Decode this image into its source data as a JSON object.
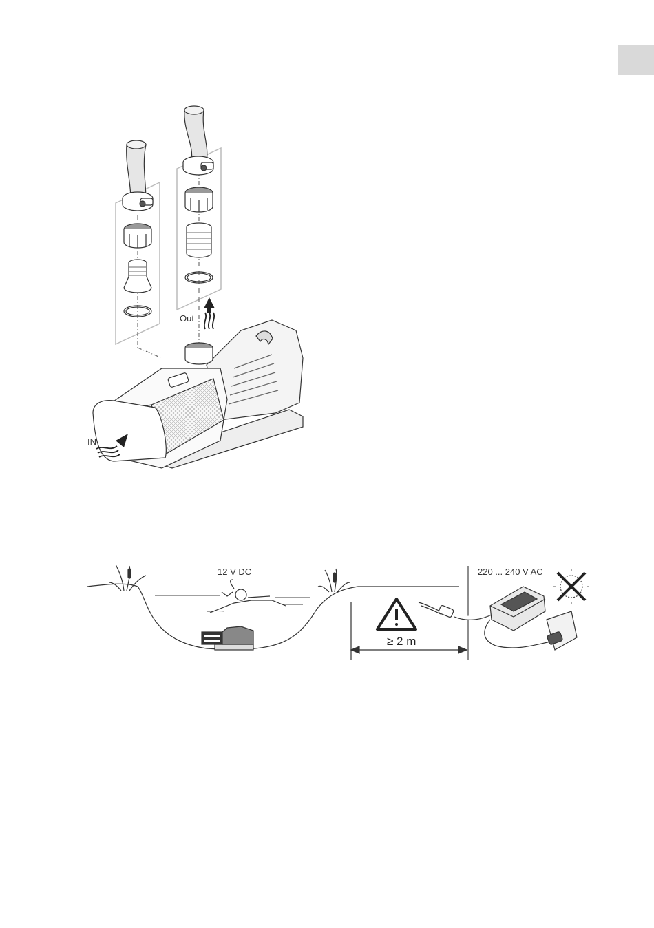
{
  "figure1": {
    "label_out": "Out",
    "label_in": "IN"
  },
  "figure2": {
    "label_pump_voltage": "12 V DC",
    "label_mains_voltage": "220 ... 240 V AC",
    "label_min_distance": "≥ 2 m"
  },
  "icons": {
    "warning": "warning-triangle-icon",
    "no_sun": "no-direct-sunlight-icon"
  }
}
